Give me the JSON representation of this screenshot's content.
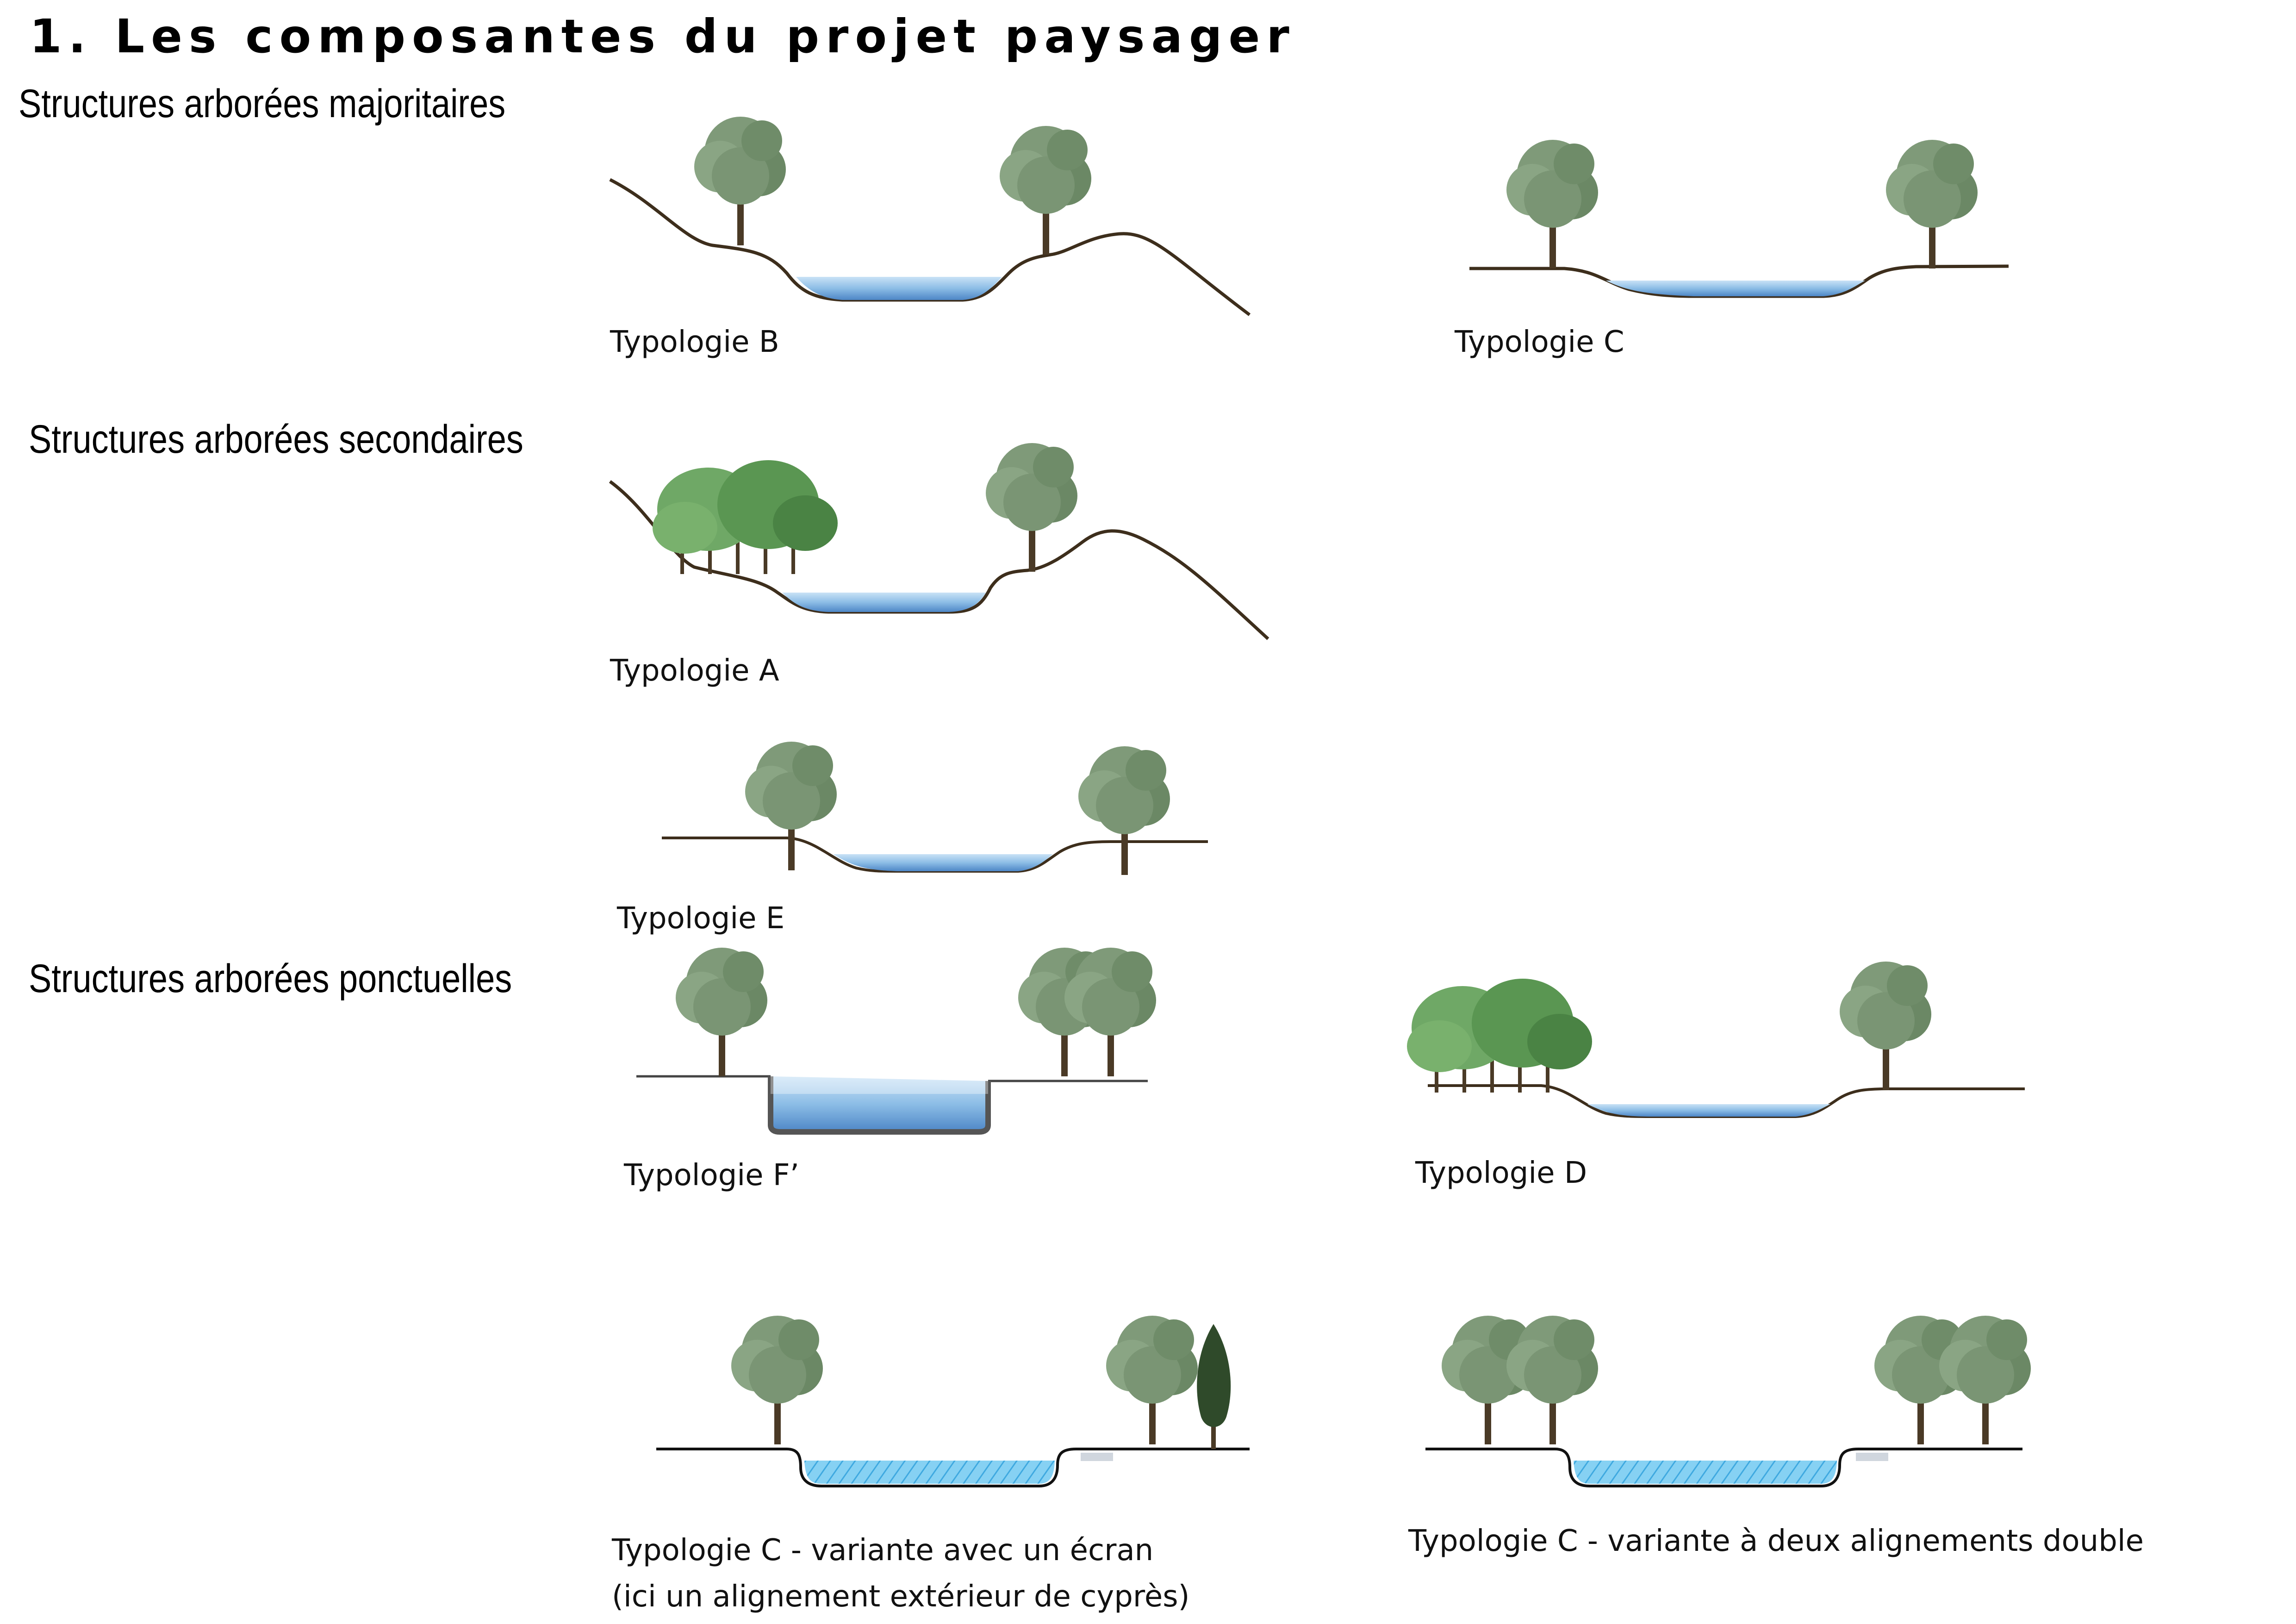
{
  "page": {
    "title": "1. Les composantes du projet paysager"
  },
  "sections": [
    {
      "heading": "Structures arborées majoritaires"
    },
    {
      "heading": "Structures arborées secondaires"
    },
    {
      "heading": "Structures arborées ponctuelles"
    }
  ],
  "typologies": {
    "b": "Typologie B",
    "c": "Typologie C",
    "a": "Typologie A",
    "e": "Typologie E",
    "f": "Typologie F’",
    "d": "Typologie D",
    "c_ecran_line1": "Typologie C - variante avec un écran",
    "c_ecran_line2": "(ici un alignement extérieur de cyprès)",
    "c_double": "Typologie C - variante à deux alignements double"
  },
  "colors": {
    "tree_grey_green": "#7f9a79",
    "tree_bright_green": "#5f9a55",
    "cypress_dark_green": "#2f4a2a",
    "water_blue": "#7fb6e3",
    "water_hatched_blue": "#6ec6ee",
    "ground_brown": "#3d2e1c"
  }
}
